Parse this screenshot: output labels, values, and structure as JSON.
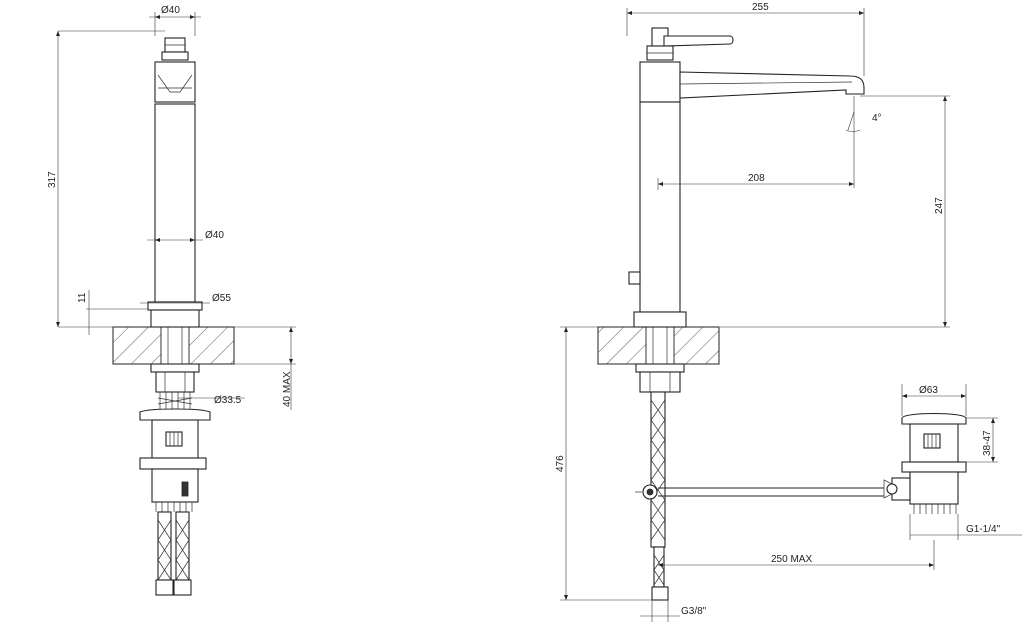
{
  "front_view": {
    "top_diameter": "Ø40",
    "height": "317",
    "body_diameter": "Ø40",
    "base_thickness": "11",
    "base_diameter": "Ø55",
    "shank_diameter": "Ø33.5",
    "max_deck_thickness": "40 MAX"
  },
  "side_view": {
    "overall_reach": "255",
    "spout_angle": "4°",
    "spout_reach": "208",
    "spout_height": "247",
    "total_height": "476",
    "hose_thread": "G3/8\""
  },
  "waste_view": {
    "plug_diameter": "Ø63",
    "waste_range": "38-47",
    "waste_thread": "G1-1/4\"",
    "rod_length": "250 MAX"
  },
  "colors": {
    "line": "#222222",
    "background": "#ffffff"
  }
}
